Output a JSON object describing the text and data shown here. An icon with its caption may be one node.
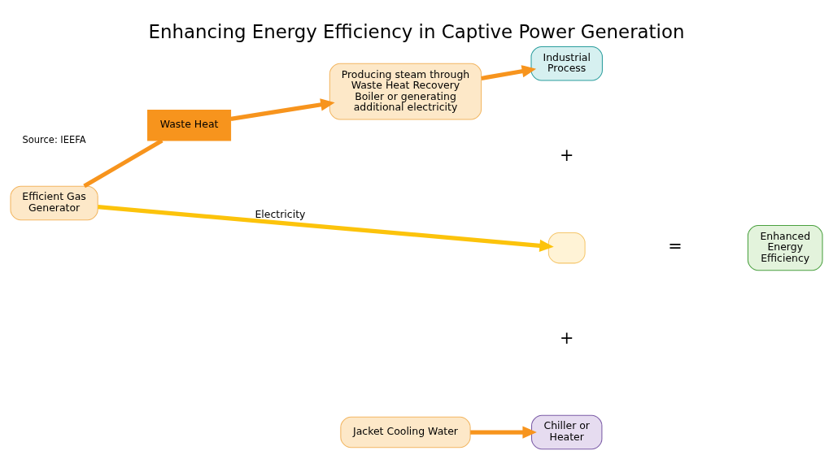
{
  "diagram": {
    "title": "Enhancing Energy Efficiency in Captive Power Generation",
    "nodes": [
      {
        "text": [
          "Waste Heat"
        ]
      },
      {
        "text": [
          "Producing steam through Waste Heat Recovery Boiler or generating additional electricity"
        ]
      },
      {
        "text": [
          "Industrial Process"
        ]
      },
      {
        "text": [
          "Efficient Gas Generator"
        ]
      },
      {
        "text": [
          "Jacket Cooling Water"
        ]
      },
      {
        "text": [],
        "shape": "box"
      },
      {
        "text": [
          "Chiller or Heater"
        ]
      },
      {
        "text": [
          "Enhanced Energy Efficiency"
        ]
      }
    ],
    "edges": [
      {
        "from": 3,
        "to": 0,
        "arrow": "none"
      },
      {
        "from": 0,
        "to": 1,
        "arrow": "to"
      },
      {
        "from": 1,
        "to": 2,
        "arrow": "to"
      },
      {
        "from": 3,
        "to": 5,
        "arrow": "to",
        "label": "Electricity",
        "color": "#fcc30b"
      },
      {
        "from": 4,
        "to": 6,
        "arrow": "to"
      }
    ],
    "labels": [
      "+",
      "+",
      "=",
      "Source: IEEFA"
    ]
  }
}
